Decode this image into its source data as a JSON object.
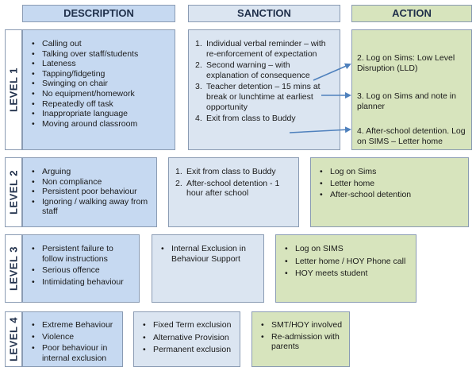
{
  "headers": {
    "description": "DESCRIPTION",
    "sanction": "SANCTION",
    "action": "ACTION"
  },
  "levels": [
    {
      "label": "LEVEL 1",
      "description": [
        "Calling out",
        "Talking over staff/students",
        "Lateness",
        "Tapping/fidgeting",
        "Swinging on chair",
        "No equipment/homework",
        "Repeatedly off task",
        "Inappropriate language",
        "Moving around classroom"
      ],
      "sanction": [
        {
          "num": "1.",
          "text": "Individual verbal reminder – with re-enforcement of expectation"
        },
        {
          "num": "2.",
          "text": "Second warning – with explanation of consequence"
        },
        {
          "num": "3.",
          "text": "Teacher detention – 15 mins at break or lunchtime at earliest opportunity"
        },
        {
          "num": "4.",
          "text": "Exit from class to Buddy"
        }
      ],
      "action": [
        "2. Log on Sims: Low Level Disruption (LLD)",
        "3. Log  on Sims and note in planner",
        "4. After-school detention. Log on SIMS – Letter home"
      ]
    },
    {
      "label": "LEVEL 2",
      "description": [
        "Arguing",
        "Non compliance",
        "Persistent poor behaviour",
        "Ignoring / walking away from staff"
      ],
      "sanction": [
        {
          "num": "1.",
          "text": "Exit from class to Buddy"
        },
        {
          "num": "2.",
          "text": "After-school detention - 1 hour after school"
        }
      ],
      "action": [
        "Log on Sims",
        "Letter home",
        "After-school detention"
      ]
    },
    {
      "label": "LEVEL 3",
      "description": [
        "Persistent failure to follow instructions",
        "Serious offence",
        "Intimidating behaviour"
      ],
      "sanction": [
        "Internal Exclusion in Behaviour Support"
      ],
      "action": [
        "Log on SIMS",
        "Letter home / HOY Phone call",
        "HOY meets student"
      ]
    },
    {
      "label": "LEVEL 4",
      "description": [
        "Extreme Behaviour",
        "Violence",
        "Poor behaviour in internal exclusion"
      ],
      "sanction": [
        "Fixed Term exclusion",
        "Alternative Provision",
        "Permanent exclusion"
      ],
      "action": [
        "SMT/HOY involved",
        "Re-admission with parents"
      ]
    }
  ],
  "colors": {
    "header_blue": "#c6d9f1",
    "sanction_blue": "#dbe5f1",
    "action_green": "#d7e4bd",
    "arrow": "#4f81bd"
  }
}
